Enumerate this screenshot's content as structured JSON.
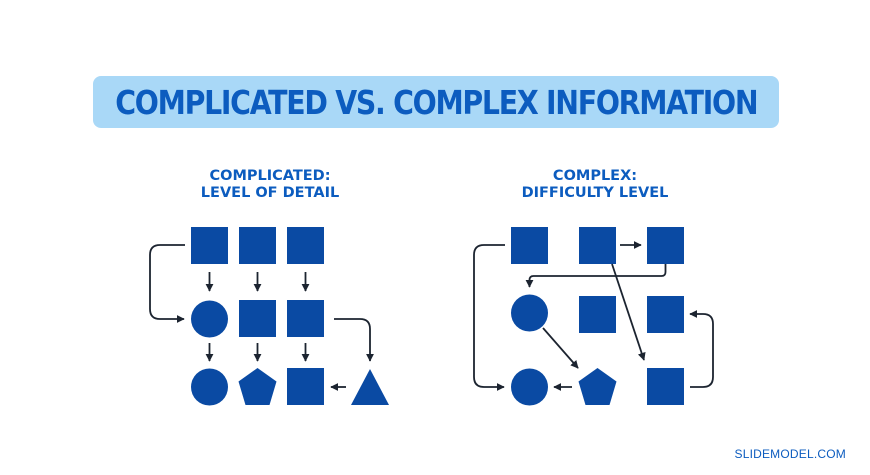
{
  "title": "COMPLICATED VS. COMPLEX INFORMATION",
  "left_panel": {
    "heading_line1": "COMPLICATED:",
    "heading_line2": "LEVEL OF DETAIL"
  },
  "right_panel": {
    "heading_line1": "COMPLEX:",
    "heading_line2": "DIFFICULTY LEVEL"
  },
  "footer": "SLIDEMODEL.COM",
  "colors": {
    "shape_fill": "#0a4aa3",
    "arrow": "#1c2430",
    "title_bg": "#a9d8f7",
    "title_text": "#0c5cbf"
  }
}
